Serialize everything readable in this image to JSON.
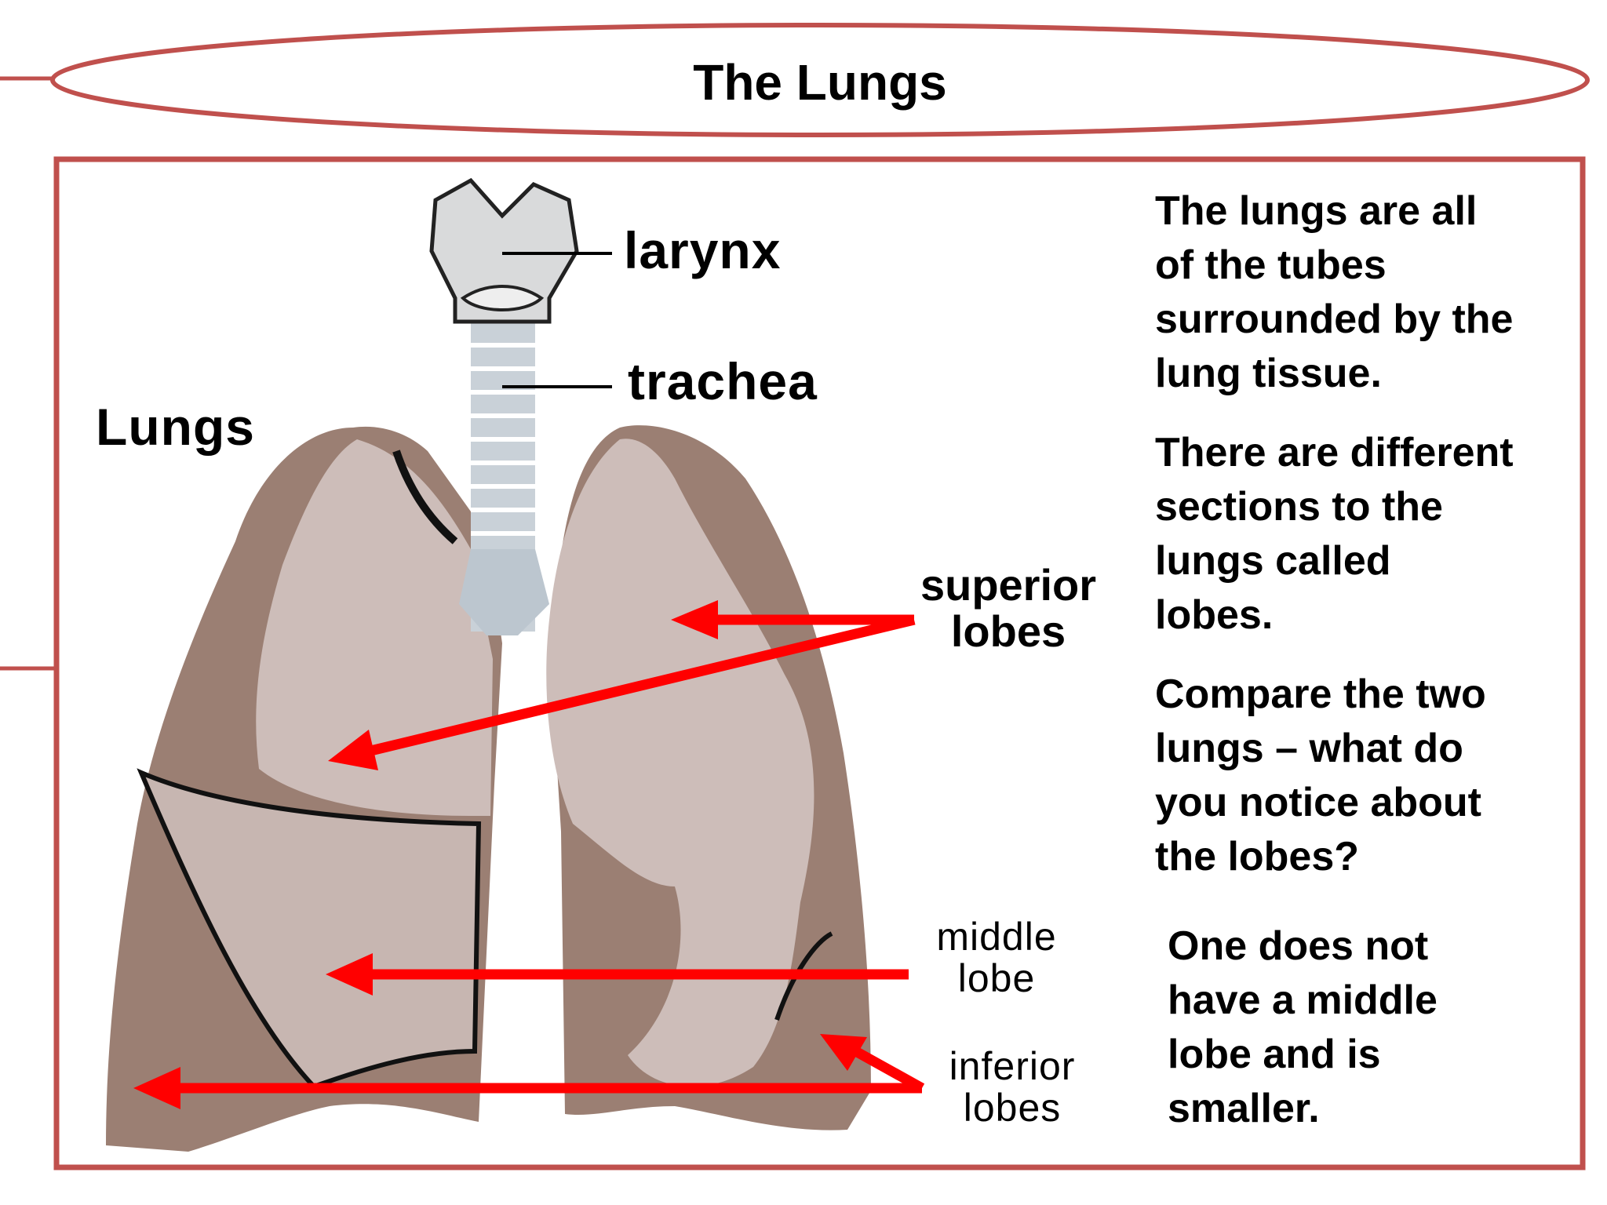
{
  "title": "The Lungs",
  "colors": {
    "frame": "#c0504d",
    "arrow": "#ff0000",
    "lung_outer": "#9b7f73",
    "lung_inner": "#cdbdb9",
    "trachea": "#c9d1d8"
  },
  "labels": {
    "larynx": "larynx",
    "trachea": "trachea",
    "lungs": "Lungs",
    "superior": [
      "superior",
      "lobes"
    ],
    "middle": [
      "middle",
      "lobe"
    ],
    "inferior": [
      "inferior",
      "lobes"
    ]
  },
  "paragraphs": [
    [
      "The lungs are all",
      "of the tubes",
      "surrounded by the",
      "lung tissue."
    ],
    [
      "There are different",
      "sections to the",
      "lungs called",
      "lobes."
    ],
    [
      "Compare the two",
      "lungs – what do",
      "you notice about",
      "the lobes?"
    ],
    [
      "One does not",
      "have a middle",
      "lobe and is",
      "smaller."
    ]
  ]
}
